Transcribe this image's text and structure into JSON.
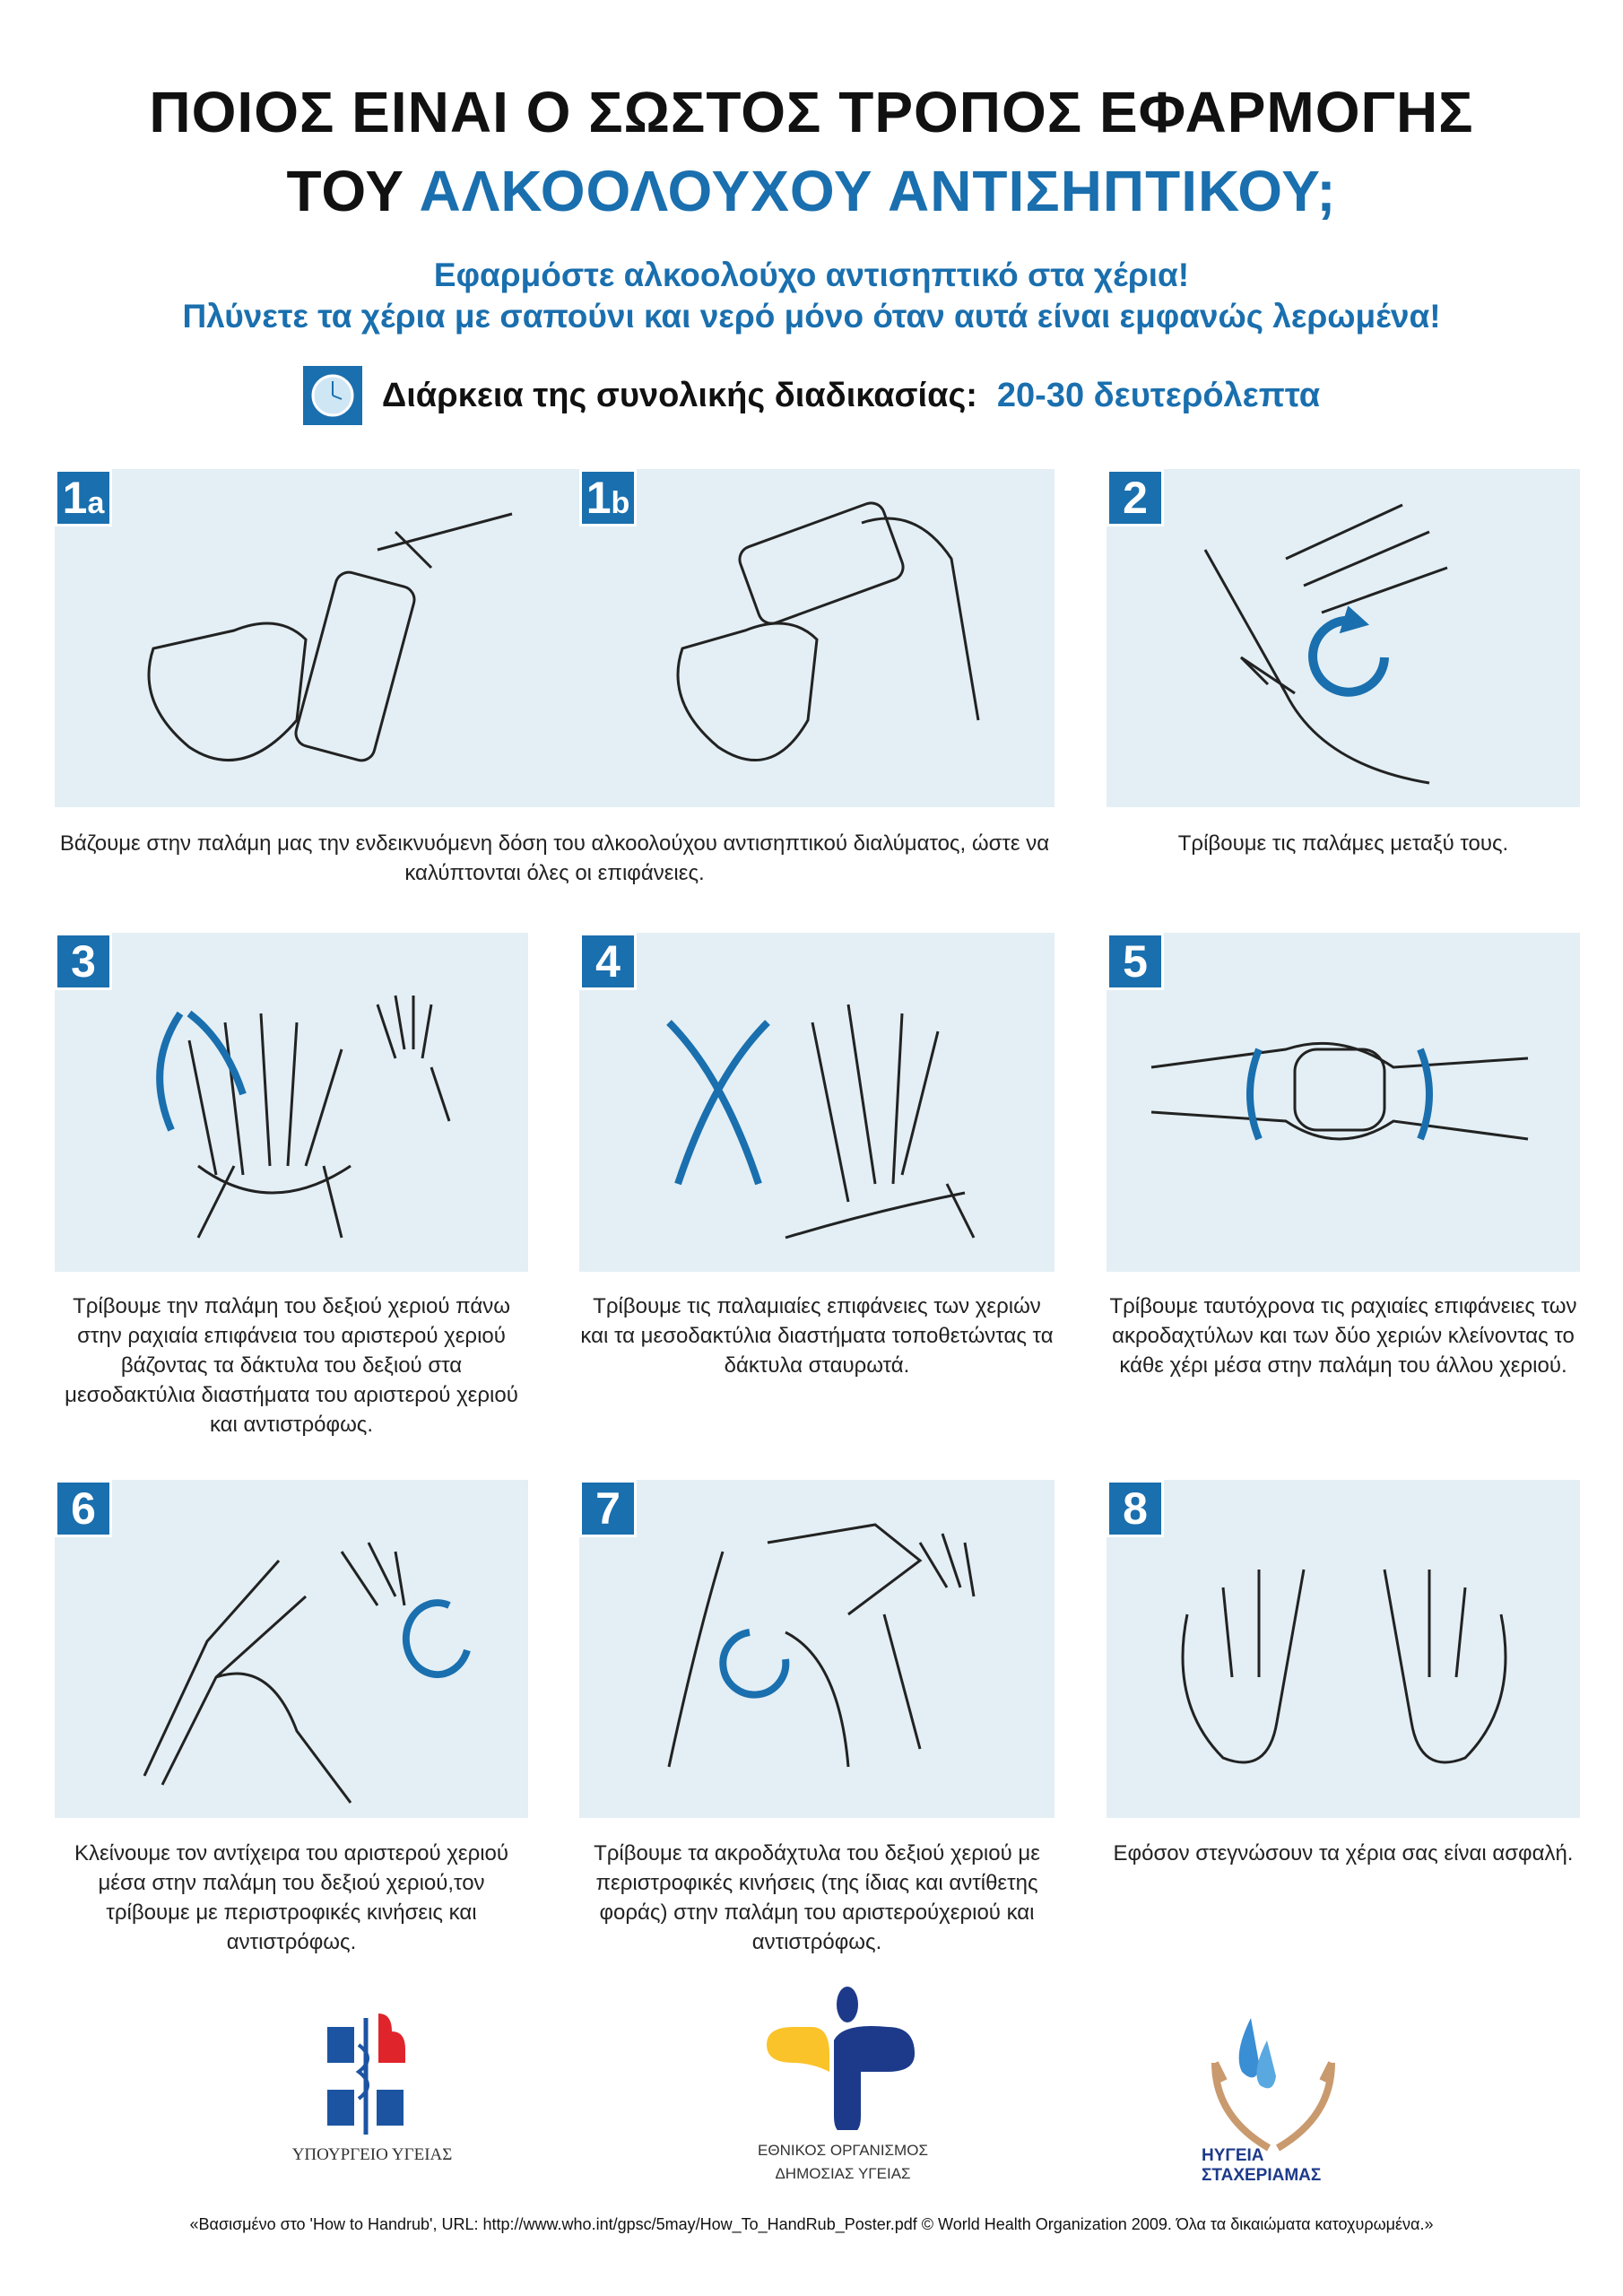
{
  "header": {
    "title_line1": "ΠΟΙΟΣ ΕΙΝΑΙ Ο ΣΩΣΤΟΣ ΤΡΟΠΟΣ ΕΦΑΡΜΟΓΗΣ",
    "title_line2_prefix": "ΤΟΥ ",
    "title_line2_highlight": "ΑΛΚΟΟΛΟΥΧΟΥ ΑΝΤΙΣΗΠΤΙΚΟΥ;",
    "subtitle1": "Εφαρμόστε αλκοολούχο αντισηπτικό στα χέρια!",
    "subtitle2": "Πλύνετε τα χέρια με σαπούνι και νερό μόνο όταν αυτά είναι εμφανώς λερωμένα!",
    "duration_label": "Διάρκεια της συνολικής διαδικασίας:",
    "duration_value": "20-30 δευτερόλεπτα"
  },
  "steps": [
    {
      "num": "1",
      "suffix": "a"
    },
    {
      "num": "1",
      "suffix": "b"
    },
    {
      "num": "2",
      "caption": "Τρίβουμε τις παλάμες μεταξύ τους."
    },
    {
      "num": "3",
      "caption": "Τρίβουμε την παλάμη του δεξιού χεριού πάνω στην ραχιαία επιφάνεια του αριστερού χεριού βάζοντας τα δάκτυλα του δεξιού στα μεσοδακτύλια διαστήματα του αριστερού χεριού και αντιστρόφως."
    },
    {
      "num": "4",
      "caption": "Τρίβουμε τις παλαμιαίες επιφάνειες των χεριών και τα μεσοδακτύλια διαστήματα τοποθετώντας τα δάκτυλα σταυρωτά."
    },
    {
      "num": "5",
      "caption": "Τρίβουμε ταυτόχρονα τις ραχιαίες επιφάνειες των ακροδαχτύλων και των δύο χεριών κλείνοντας το κάθε χέρι μέσα στην παλάμη του άλλου χεριού."
    },
    {
      "num": "6",
      "caption": "Κλείνουμε τον αντίχειρα του αριστερού χεριού μέσα στην παλάμη του δεξιού χεριού,τον τρίβουμε με περιστροφικές κινήσεις και αντιστρόφως."
    },
    {
      "num": "7",
      "caption": "Τρίβουμε τα ακροδάχτυλα του δεξιού χεριού με περιστροφικές κινήσεις (της ίδιας και αντίθετης φοράς) στην παλάμη του αριστερούχεριού και αντιστρόφως."
    },
    {
      "num": "8",
      "caption": "Εφόσον στεγνώσουν τα χέρια σας είναι ασφαλή."
    }
  ],
  "step1_caption": "Βάζουμε στην παλάμη μας την ενδεικνυόμενη  δόση  του αλκοολούχου αντισηπτικού διαλύματος, ώστε να καλύπτονται όλες οι επιφάνειες.",
  "logos": {
    "ministry": "ΥΠΟΥΡΓΕΙΟ ΥΓΕΙΑΣ",
    "eody_line1": "ΕΘΝΙΚΟΣ ΟΡΓΑΝΙΣΜΟΣ",
    "eody_line2": "ΔΗΜΟΣΙΑΣ ΥΓΕΙΑΣ",
    "hygiene_line1": "ΗΥΓΕΙΑ",
    "hygiene_line2": "ΣΤΑΧΕΡΙΑΜΑΣ"
  },
  "footer": "«Βασισμένο στο 'How to Handrub', URL: http://www.who.int/gpsc/5may/How_To_HandRub_Poster.pdf © World Health Organization 2009. Όλα τα δικαιώματα κατοχυρωμένα.»",
  "colors": {
    "accent": "#1a6fae",
    "panel": "#e3eff5"
  }
}
